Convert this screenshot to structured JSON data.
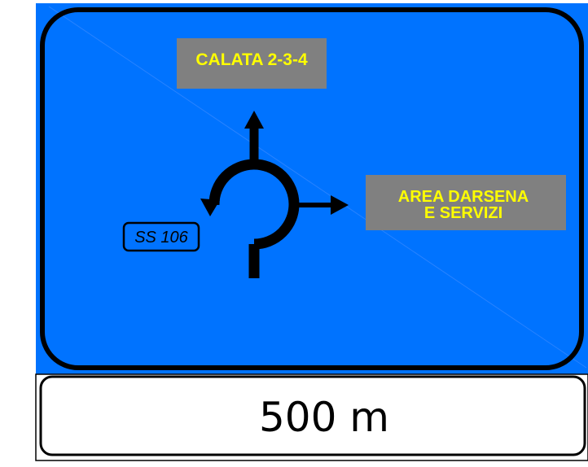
{
  "sign": {
    "destinations": {
      "straight": {
        "lines": [
          "CALATA 2-3-4"
        ]
      },
      "right": {
        "lines": [
          "AREA DARSENA",
          "E SERVIZI"
        ]
      }
    },
    "road_shield": "SS 106",
    "distance": "500 m"
  },
  "colors": {
    "background_blue": "#0073ff",
    "frame_black": "#000000",
    "label_gray": "#808080",
    "label_text_yellow": "#ffff00",
    "plate_white": "#ffffff"
  },
  "icons": {
    "roundabout": "roundabout-diagram",
    "arrows": [
      "arrow-up",
      "arrow-right",
      "arrow-left-down"
    ]
  }
}
